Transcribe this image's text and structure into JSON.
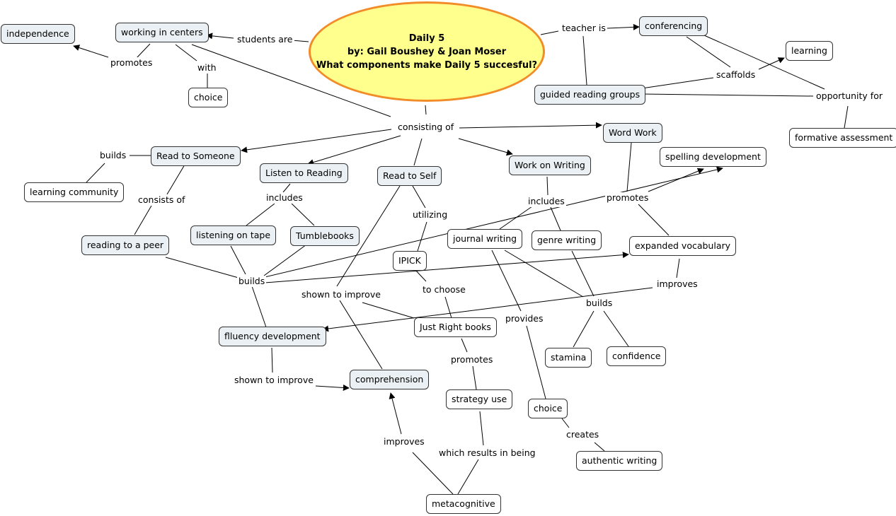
{
  "root": {
    "title": "Daily 5",
    "authors": "by: Gail Boushey & Joan Moser",
    "question": "What components make Daily 5 succesful?"
  },
  "nodes": {
    "independence": "independence",
    "working_in_centers": "working in centers",
    "choice_top": "choice",
    "conferencing": "conferencing",
    "learning": "learning",
    "guided_reading_groups": "guided reading groups",
    "formative_assessment": "formative assessment",
    "word_work": "Word Work",
    "spelling_development": "spelling development",
    "read_to_someone": "Read to Someone",
    "learning_community": "learning community",
    "listen_to_reading": "Listen to Reading",
    "read_to_self": "Read to Self",
    "work_on_writing": "Work on Writing",
    "reading_to_a_peer": "reading to a peer",
    "listening_on_tape": "listening on tape",
    "tumblebooks": "Tumblebooks",
    "journal_writing": "journal writing",
    "genre_writing": "genre writing",
    "expanded_vocabulary": "expanded vocabulary",
    "ipick": "IPICK",
    "just_right_books": "Just Right books",
    "fluency_development": "flluency development",
    "stamina": "stamina",
    "confidence": "confidence",
    "comprehension": "comprehension",
    "strategy_use": "strategy use",
    "choice_bottom": "choice",
    "authentic_writing": "authentic writing",
    "metacognitive": "metacognitive"
  },
  "links": {
    "students_are": "students are",
    "promotes_indep": "promotes",
    "with": "with",
    "teacher_is": "teacher is",
    "scaffolds": "scaffolds",
    "opportunity_for": "opportunity for",
    "consisting_of": "consisting of",
    "builds_community": "builds",
    "consists_of": "consists of",
    "includes_listen": "includes",
    "utilizing": "utilizing",
    "includes_writing": "includes",
    "promotes_wordwork": "promotes",
    "builds_center": "builds",
    "shown_to_improve_upper": "shown to improve",
    "to_choose": "to choose",
    "provides": "provides",
    "improves_vocab": "improves",
    "builds_writing": "builds",
    "promotes_books": "promotes",
    "shown_to_improve_lower": "shown to improve",
    "improves_meta": "improves",
    "which_results_in_being": "which results in being",
    "creates": "creates"
  }
}
